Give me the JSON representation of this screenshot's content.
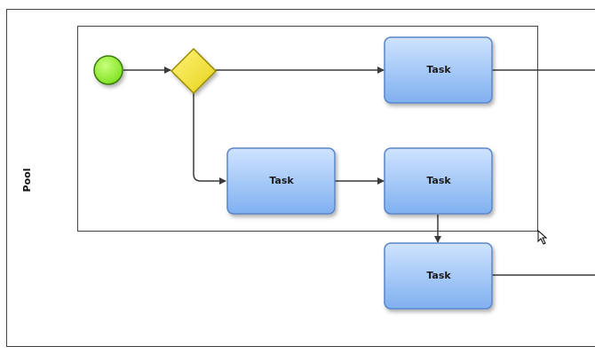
{
  "pool": {
    "label": "Pool"
  },
  "tasks": [
    {
      "id": "task-top",
      "label": "Task"
    },
    {
      "id": "task-mid-left",
      "label": "Task"
    },
    {
      "id": "task-mid-right",
      "label": "Task"
    },
    {
      "id": "task-bottom",
      "label": "Task"
    }
  ],
  "colors": {
    "task_fill_top": "#cfe3ff",
    "task_fill_bottom": "#7fb0f0",
    "task_stroke": "#5b86c8",
    "gateway_fill": "#e6d21a",
    "gateway_stroke": "#9a8a00",
    "start_event_fill": "#7be01c",
    "start_event_stroke": "#3b7a08",
    "frame_stroke": "#444444"
  },
  "icons": {
    "cursor": "resize-cursor-icon"
  }
}
